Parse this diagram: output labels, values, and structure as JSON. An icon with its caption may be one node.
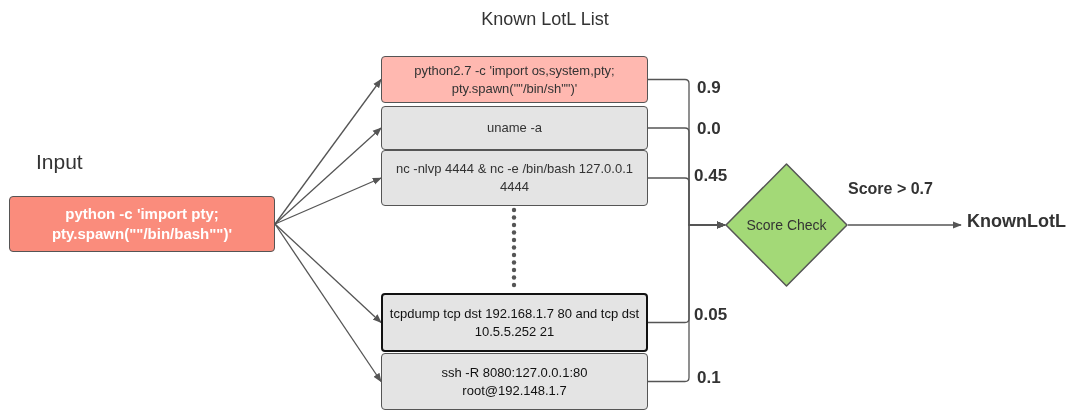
{
  "diagram": {
    "title": "Known LotL List",
    "nodes": [
      {
        "text": [
          "python -c 'import pty; pty.spawn(\"\"/bin/bash\"\")'"
        ],
        "beside": [
          "Input"
        ]
      },
      {
        "text": [
          "python2.7 -c 'import os,system,pty; pty.spawn(\"\"/bin/sh\"\")'"
        ]
      },
      {
        "text": [
          "uname -a"
        ]
      },
      {
        "text": [
          "nc -nlvp 4444 & nc -e /bin/bash 127.0.0.1 4444"
        ]
      },
      {
        "text": [
          "tcpdump tcp dst 192.168.1.7 80 and tcp dst 10.5.5.252 21"
        ]
      },
      {
        "text": [
          "ssh -R 8080:127.0.0.1:80 root@192.148.1.7"
        ]
      },
      {
        "text": [
          "Score Check"
        ]
      },
      {
        "text": [
          "KnownLotL"
        ]
      }
    ],
    "edges": [
      {
        "from": 0,
        "to": 1,
        "arrow": "to"
      },
      {
        "from": 0,
        "to": 2,
        "arrow": "to"
      },
      {
        "from": 0,
        "to": 3,
        "arrow": "to"
      },
      {
        "from": 0,
        "to": 4,
        "arrow": "to"
      },
      {
        "from": 0,
        "to": 5,
        "arrow": "to"
      },
      {
        "from": 1,
        "to": 6,
        "arrow": "to",
        "label": "0.9"
      },
      {
        "from": 2,
        "to": 6,
        "arrow": "to",
        "label": "0.0"
      },
      {
        "from": 3,
        "to": 6,
        "arrow": "to",
        "label": "0.45"
      },
      {
        "from": 4,
        "to": 6,
        "arrow": "to",
        "label": "0.05"
      },
      {
        "from": 5,
        "to": 6,
        "arrow": "to",
        "label": "0.1"
      },
      {
        "from": 6,
        "to": 7,
        "arrow": "to",
        "label": "Score > 0.7"
      }
    ]
  }
}
